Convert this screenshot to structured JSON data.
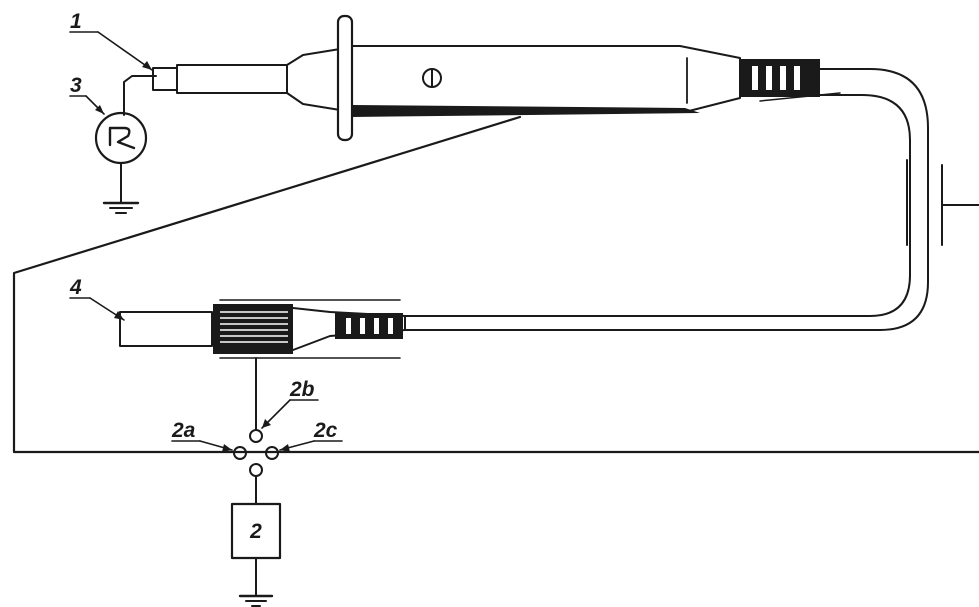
{
  "colors": {
    "ink": "#1a1a1a",
    "background": "#ffffff"
  },
  "labels": {
    "probe_tip": "1",
    "meter": "3",
    "plug": "4",
    "terminal_a": "2a",
    "terminal_b": "2b",
    "terminal_c": "2c",
    "instrument_box": "2"
  },
  "icons": {
    "meter_symbol": "wattmeter-icon",
    "ground_symbol": "ground-icon",
    "probe_marking": "phase-marking-icon"
  }
}
